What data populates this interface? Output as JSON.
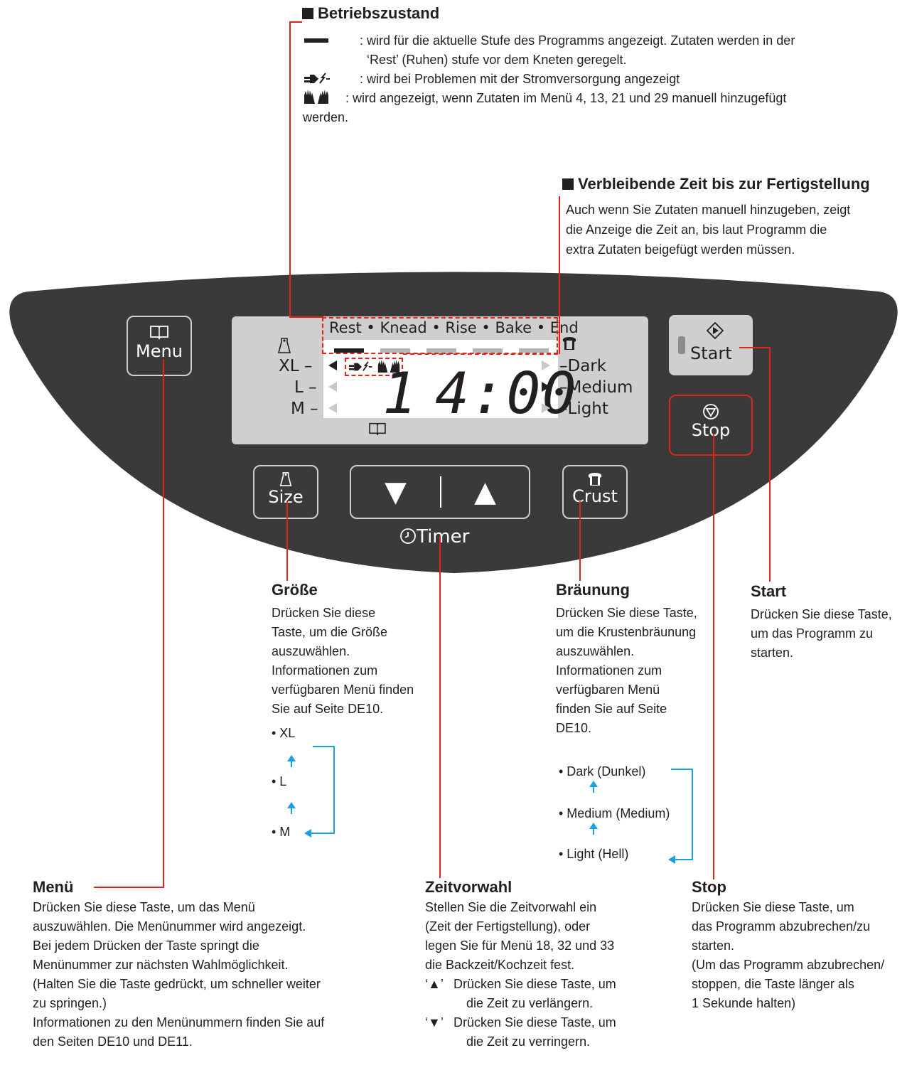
{
  "status": {
    "heading": "Betriebszustand",
    "bar_desc_1": ": wird für die aktuelle Stufe des Programms angezeigt. Zutaten werden in der",
    "bar_desc_2": "‘Rest’ (Ruhen) stufe vor dem Kneten geregelt.",
    "power_desc": ": wird bei Problemen mit der Stromversorgung angezeigt",
    "hands_desc_1": ": wird angezeigt, wenn Zutaten im Menü 4, 13, 21 und 29 manuell hinzugefügt",
    "hands_desc_2": "werden."
  },
  "remaining": {
    "heading": "Verbleibende Zeit bis zur Fertigstellung",
    "line1": "Auch wenn Sie Zutaten manuell hinzugeben, zeigt",
    "line2": "die Anzeige die Zeit an, bis laut Programm die",
    "line3": "extra Zutaten beigefügt werden müssen."
  },
  "panel": {
    "menu_label": "Menu",
    "start_label": "Start",
    "stop_label": "Stop",
    "size_label": "Size",
    "crust_label": "Crust",
    "timer_label": "Timer",
    "down_glyph": "▼",
    "up_glyph": "▲",
    "stages": "Rest • Knead • Rise • Bake • End",
    "sizes": [
      "XL –",
      "L –",
      "M –"
    ],
    "crusts": [
      "–Dark",
      "–Medium",
      "–Light"
    ],
    "menu_number": "1",
    "time": "4:00"
  },
  "size": {
    "heading": "Größe",
    "lines": [
      "Drücken Sie diese",
      "Taste, um die Größe",
      "auszuwählen.",
      "Informationen zum",
      "verfügbaren Menü finden",
      "Sie auf Seite DE10."
    ],
    "options": [
      "• XL",
      "• L",
      "• M"
    ]
  },
  "crust": {
    "heading": "Bräunung",
    "lines": [
      "Drücken Sie diese Taste,",
      "um die Krustenbräunung",
      "auszuwählen.",
      "Informationen zum",
      "verfügbaren Menü",
      "finden Sie auf Seite",
      "DE10."
    ],
    "options": [
      "• Dark (Dunkel)",
      "• Medium (Medium)",
      "• Light (Hell)"
    ]
  },
  "start": {
    "heading": "Start",
    "lines": [
      "Drücken Sie diese Taste,",
      "um das Programm zu",
      "starten."
    ]
  },
  "menu": {
    "heading": "Menü",
    "lines": [
      "Drücken Sie diese Taste, um das Menü",
      "auszuwählen. Die Menünummer wird angezeigt.",
      "Bei jedem Drücken der Taste springt die",
      "Menünummer zur nächsten Wahlmöglichkeit.",
      "(Halten Sie die Taste gedrückt, um schneller weiter",
      "zu springen.)",
      "Informationen zu den Menünummern finden Sie auf",
      "den Seiten DE10 und DE11."
    ]
  },
  "timer": {
    "heading": "Zeitvorwahl",
    "lines": [
      "Stellen Sie die Zeitvorwahl ein",
      "(Zeit der Fertigstellung), oder",
      "legen Sie für Menü 18, 32 und 33",
      "die Backzeit/Kochzeit fest."
    ],
    "up_mark": "‘▲’",
    "up_text_1": "Drücken Sie diese Taste, um",
    "up_text_2": "die Zeit zu verlängern.",
    "down_mark": "‘▼’",
    "down_text_1": "Drücken Sie diese Taste, um",
    "down_text_2": "die Zeit zu verringern."
  },
  "stop": {
    "heading": "Stop",
    "lines": [
      "Drücken Sie diese Taste, um",
      "das Programm abzubrechen/zu",
      "starten.",
      "(Um das Programm abzubrechen/",
      "stoppen, die Taste länger als",
      "1 Sekunde halten)"
    ]
  },
  "colors": {
    "panel": "#3a3a3a",
    "callout": "#e2231a",
    "cycle_arrow": "#1ba1e2",
    "lcd": "#cfcfcf"
  }
}
